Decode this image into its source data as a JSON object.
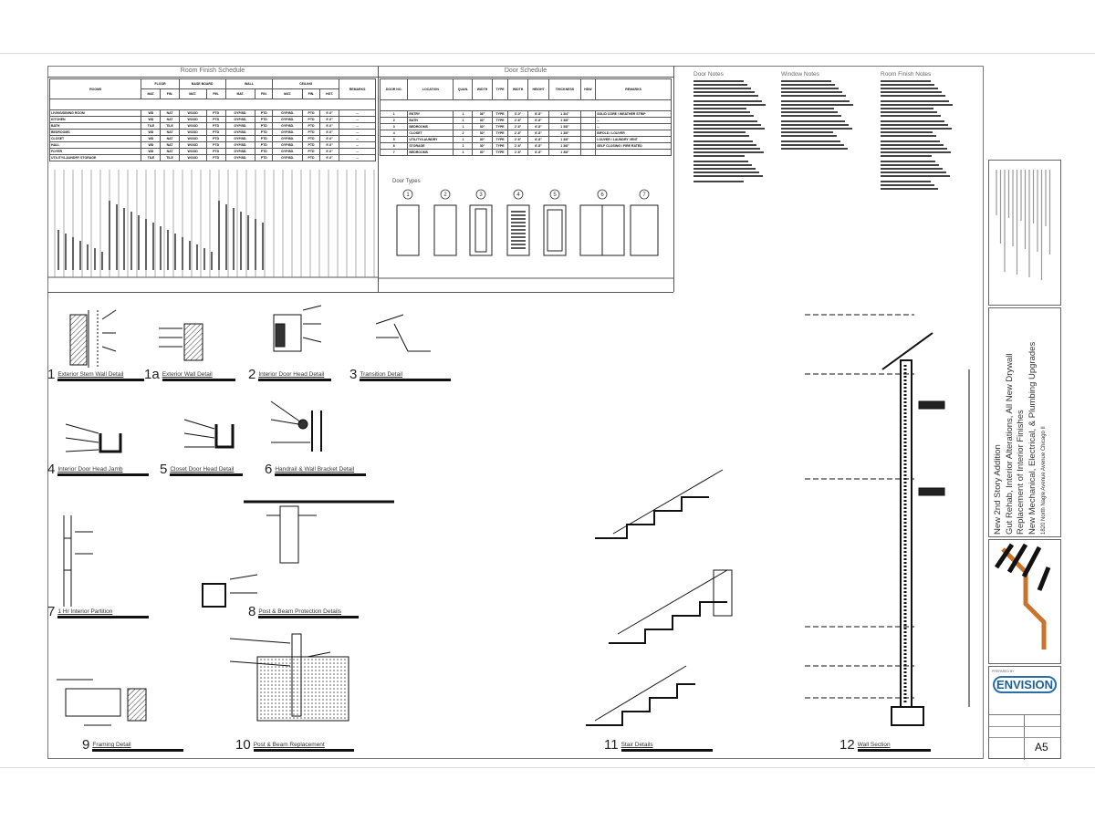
{
  "room_finish_schedule": {
    "title": "Room Finish Schedule",
    "group_headers": [
      "ROOMS",
      "FLOOR",
      "BASE BOARD",
      "WALL",
      "CEILING",
      "REMARKS"
    ],
    "sub_headers": [
      "MAT.",
      "FIN.",
      "MAT.",
      "FIN.",
      "MAT.",
      "FIN.",
      "MAT.",
      "FIN.",
      "HGT."
    ],
    "rows": [
      [
        "LIVING/DINING ROOM",
        "WD",
        "NAT",
        "WOOD",
        "PTD",
        "GYP.BD.",
        "PTD",
        "GYP.BD.",
        "PTD",
        "9'-0\"",
        "--"
      ],
      [
        "KITCHEN",
        "WD",
        "NAT",
        "WOOD",
        "PTD",
        "GYP.BD.",
        "PTD",
        "GYP.BD.",
        "PTD",
        "9'-0\"",
        "--"
      ],
      [
        "BATH",
        "TILE",
        "TILE",
        "WOOD",
        "PTD",
        "GYP.BD.",
        "PTD",
        "GYP.BD.",
        "PTD",
        "9'-0\"",
        "--"
      ],
      [
        "BEDROOMS",
        "WD",
        "NAT",
        "WOOD",
        "PTD",
        "GYP.BD.",
        "PTD",
        "GYP.BD.",
        "PTD",
        "9'-0\"",
        "--"
      ],
      [
        "CLOSET",
        "WD",
        "NAT",
        "WOOD",
        "PTD",
        "GYP.BD.",
        "PTD",
        "GYP.BD.",
        "PTD",
        "9'-0\"",
        "--"
      ],
      [
        "HALL",
        "WD",
        "NAT",
        "WOOD",
        "PTD",
        "GYP.BD.",
        "PTD",
        "GYP.BD.",
        "PTD",
        "9'-0\"",
        "--"
      ],
      [
        "FOYER",
        "WD",
        "NAT",
        "WOOD",
        "PTD",
        "GYP.BD.",
        "PTD",
        "GYP.BD.",
        "PTD",
        "9'-0\"",
        "--"
      ],
      [
        "UTILITY/LAUNDRY STORAGE",
        "TILE",
        "TILE",
        "WOOD",
        "PTD",
        "GYP.BD.",
        "PTD",
        "GYP.BD.",
        "PTD",
        "9'-0\"",
        "--"
      ]
    ]
  },
  "door_schedule": {
    "title": "Door Schedule",
    "headers": [
      "DOOR NO.",
      "LOCATION",
      "QUAN.",
      "WIDTH",
      "TYPE",
      "WIDTH",
      "HEIGHT",
      "THICKNESS",
      "HDW",
      "REMARKS"
    ],
    "rows": [
      [
        "1",
        "ENTRY",
        "1",
        "36\"",
        "TYPE",
        "3'-0\"",
        "6'-8\"",
        "1 3/4\"",
        "",
        "SOLID CORE / WEATHER STRIP"
      ],
      [
        "2",
        "BATH",
        "1",
        "30\"",
        "TYPE",
        "2'-6\"",
        "6'-8\"",
        "1 3/8\"",
        "",
        "--"
      ],
      [
        "3",
        "BEDROOMS",
        "1",
        "30\"",
        "TYPE",
        "2'-6\"",
        "6'-8\"",
        "1 3/8\"",
        "",
        "--"
      ],
      [
        "4",
        "CLOSET",
        "2",
        "30\"",
        "TYPE",
        "2'-6\"",
        "6'-8\"",
        "1 3/8\"",
        "",
        "BIFOLD / LOUVER"
      ],
      [
        "5",
        "UTILITY/LAUNDRY",
        "1",
        "30\"",
        "TYPE",
        "2'-6\"",
        "6'-8\"",
        "1 3/8\"",
        "",
        "LOUVER / LAUNDRY VENT"
      ],
      [
        "6",
        "STORAGE",
        "1",
        "30\"",
        "TYPE",
        "2'-6\"",
        "6'-8\"",
        "1 3/8\"",
        "",
        "SELF CLOSING / FIRE RATED"
      ],
      [
        "7",
        "BEDROOMS",
        "1",
        "30\"",
        "TYPE",
        "2'-6\"",
        "6'-8\"",
        "1 3/8\"",
        "",
        ""
      ]
    ]
  },
  "door_types": {
    "title": "Door Types",
    "marks": [
      "1",
      "2",
      "3",
      "4",
      "5",
      "6",
      "7"
    ]
  },
  "notes": [
    {
      "title": "Door Notes"
    },
    {
      "title": "Window Notes"
    },
    {
      "title": "Room Finish Notes"
    }
  ],
  "details": [
    {
      "num": "1",
      "title": "Exterior Stem Wall Detail"
    },
    {
      "num": "1a",
      "title": "Exterior Wall Detail"
    },
    {
      "num": "2",
      "title": "Interior Door Head Detail"
    },
    {
      "num": "3",
      "title": "Transition Detail"
    },
    {
      "num": "4",
      "title": "Interior Door Head Jamb"
    },
    {
      "num": "5",
      "title": "Closet Door Head Detail"
    },
    {
      "num": "6",
      "title": "Handrail & Wall Bracket Detail"
    },
    {
      "num": "7",
      "title": "1 Hr Interior Partition"
    },
    {
      "num": "8",
      "title": "Post & Beam Protection Details"
    },
    {
      "num": "9",
      "title": "Framing Detail"
    },
    {
      "num": "10",
      "title": "Post & Beam Replacement"
    },
    {
      "num": "11",
      "title": "Stair Details"
    },
    {
      "num": "12",
      "title": "Wall Section"
    }
  ],
  "title_block": {
    "project_lines": [
      "New 2nd Story Addition",
      "Gut Rehab, Interior Alterations, All New Drywall",
      "Replacement of Interior Finishes",
      "New Mechanical, Electrical, & Plumbing Upgrades"
    ],
    "address": "1820 North Nagle Avenue Avenue Chicago Il",
    "prepared_by": "PREPARED BY",
    "firm": "ENVISION",
    "sheet_number": "A5",
    "logo_color": "#c8742c"
  }
}
